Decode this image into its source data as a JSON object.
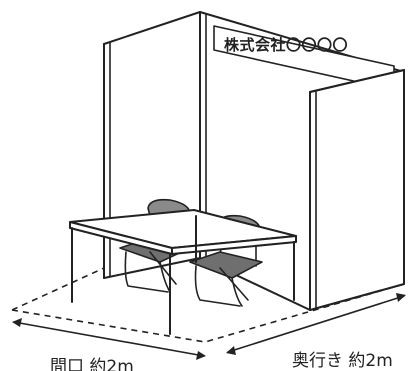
{
  "sign": {
    "company": "株式会社〇〇〇〇"
  },
  "dimensions": {
    "width_label": "間口 約2m",
    "depth_label": "奥行き 約2m"
  }
}
